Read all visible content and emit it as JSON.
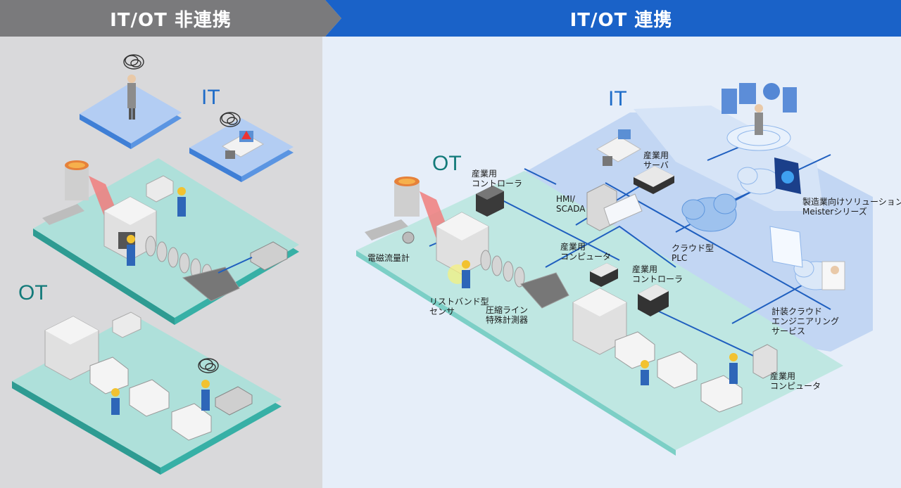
{
  "header": {
    "left_title": "IT/OT 非連携",
    "right_title": "IT/OT 連携",
    "left_color": "#7a7a7c",
    "right_color": "#1a62c8"
  },
  "left": {
    "it_label": "IT",
    "ot_label": "OT"
  },
  "right": {
    "it_label": "IT",
    "ot_label": "OT",
    "labels": {
      "industrial_controller_1": "産業用\nコントローラ",
      "industrial_server": "産業用\nサーバ",
      "hmi_scada": "HMI/\nSCADA",
      "meister": "製造業向けソリューション\nMeisterシリーズ",
      "em_flowmeter": "電磁流量計",
      "industrial_computer_1": "産業用\nコンピュータ",
      "cloud_plc": "クラウド型\nPLC",
      "industrial_controller_2": "産業用\nコントローラ",
      "wristband_sensor": "リストバンド型\nセンサ",
      "compression_meter": "圧縮ライン\n特殊計測器",
      "cloud_engineering": "計装クラウド\nエンジニアリング\nサービス",
      "industrial_computer_2": "産業用\nコンピュータ"
    }
  },
  "colors": {
    "it_blue": "#1e6cc8",
    "ot_teal": "#137a7a",
    "platform_teal": "#a9dcd6",
    "platform_blue": "#a9c6ee",
    "network_line": "#1f5fbf"
  }
}
